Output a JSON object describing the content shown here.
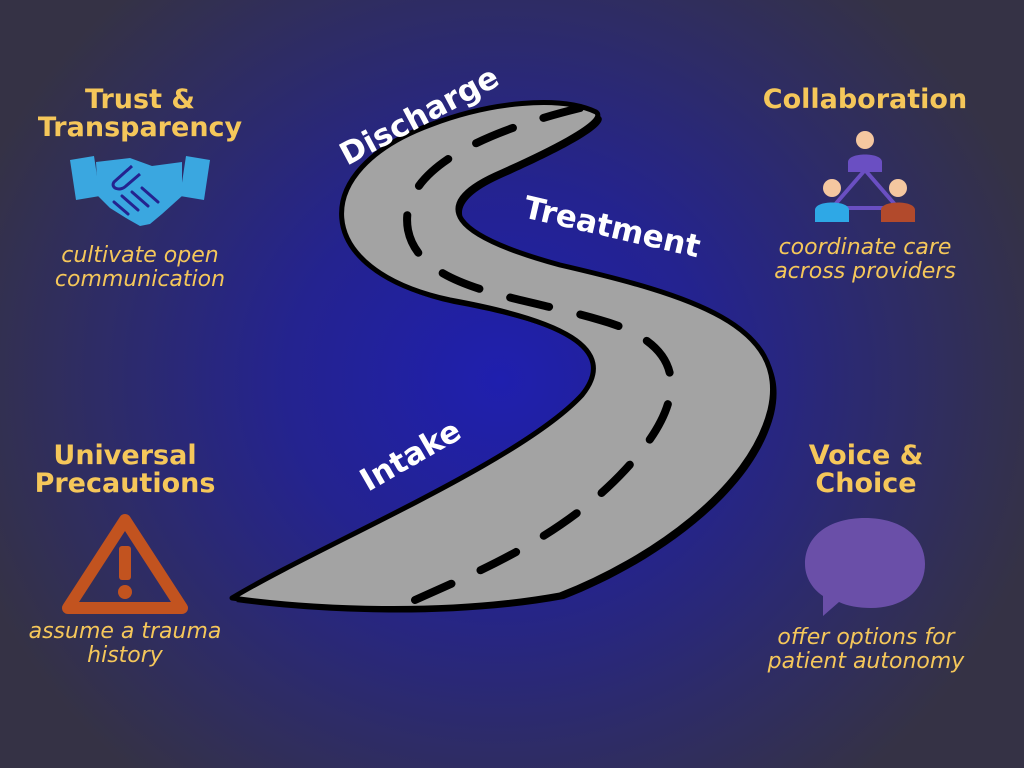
{
  "road": {
    "stages": [
      "Intake",
      "Treatment",
      "Discharge"
    ]
  },
  "panels": {
    "trust": {
      "title_line1": "Trust &",
      "title_line2": "Transparency",
      "desc_line1": "cultivate open",
      "desc_line2": "communication",
      "icon": "handshake-icon",
      "icon_color": "#3aa7e0"
    },
    "collaboration": {
      "title_line1": "Collaboration",
      "desc_line1": "coordinate care",
      "desc_line2": "across providers",
      "icon": "team-network-icon",
      "icon_colors": [
        "#6a4fc2",
        "#2ea8e6",
        "#b24a2c",
        "#f4c7a0"
      ]
    },
    "universal": {
      "title_line1": "Universal",
      "title_line2": "Precautions",
      "desc_line1": "assume a trauma",
      "desc_line2": "history",
      "icon": "warning-icon",
      "icon_color": "#c2531f"
    },
    "voice": {
      "title_line1": "Voice &",
      "title_line2": "Choice",
      "desc_line1": "offer options for",
      "desc_line2": "patient autonomy",
      "icon": "speech-bubble-icon",
      "icon_color": "#6a4fa8"
    }
  },
  "colors": {
    "background": "#24238f",
    "accent_text": "#f5c75a",
    "road": "#a3a3a3",
    "road_outline": "#000000",
    "stage_text": "#ffffff"
  }
}
